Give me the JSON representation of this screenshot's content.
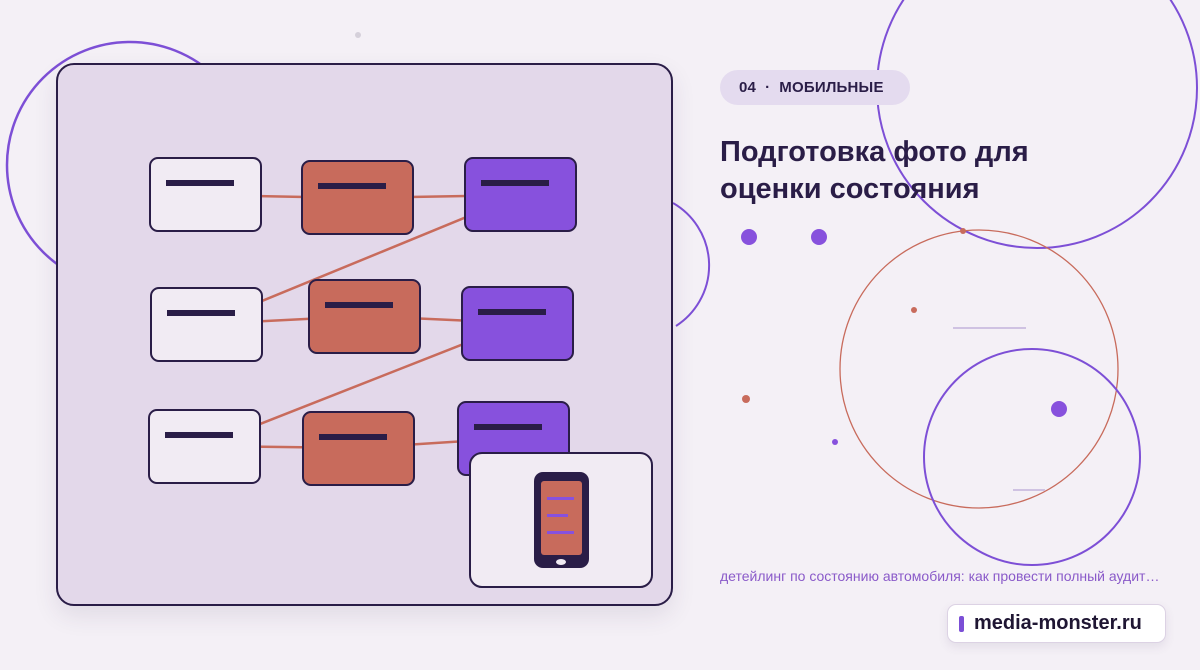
{
  "header": {
    "section_number": "04",
    "section_separator": "·",
    "section_label": "МОБИЛЬНЫЕ",
    "title": "Подготовка фото для оценки состояния"
  },
  "footer": {
    "subtitle": "детейлинг по состоянию автомобиля: как провести полный аудит…",
    "brand": "media-monster.ru"
  },
  "illustration": {
    "rows": 3,
    "columns": 3,
    "icons": [
      "phone-icon"
    ]
  },
  "colors": {
    "background": "#f4f0f6",
    "panel": "#e3d8ea",
    "outline": "#2a1d47",
    "coral": "#c86b5c",
    "purple": "#8751dd",
    "title": "#2a1d47",
    "subtitle": "#8a5ac9"
  }
}
